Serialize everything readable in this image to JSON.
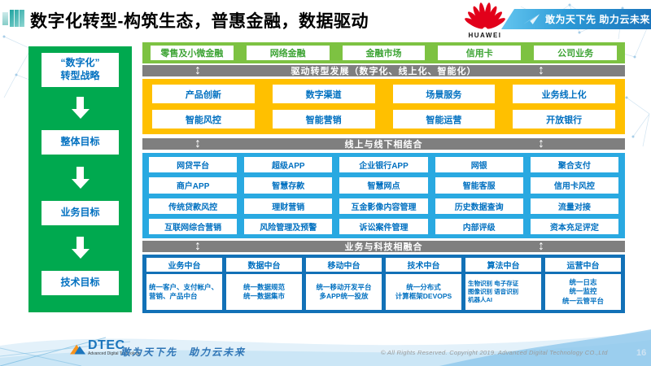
{
  "page": {
    "title": "数字化转型-构筑生态，普惠金融，数据驱动",
    "page_number": "16"
  },
  "header": {
    "logo_text": "HUAWEI",
    "slogan": "敢为天下先 助力云未来"
  },
  "icons": {
    "updown_arrow": "↕"
  },
  "colors": {
    "sidebar_green": "#00A94F",
    "band_green": "#7DC242",
    "band_yellow": "#FFC000",
    "band_cyan": "#29A9E1",
    "band_dark_blue": "#1271B7",
    "banner_gray": "#7f7f7f",
    "box_text_blue": "#0070C0",
    "box_text_green": "#3EA435",
    "huawei_red": "#E2001A"
  },
  "sidebar": {
    "items": [
      {
        "label": "“数字化”\n转型战略"
      },
      {
        "label": "整体目标"
      },
      {
        "label": "业务目标"
      },
      {
        "label": "技术目标"
      }
    ]
  },
  "business_lines": [
    "零售及小微金融",
    "网络金融",
    "金融市场",
    "信用卡",
    "公司业务"
  ],
  "banners": {
    "drive": "驱动转型发展（数字化、线上化、智能化）",
    "online_offline": "线上与线下相结合",
    "tech_fusion": "业务与科技相融合"
  },
  "capabilities": {
    "row1": [
      "产品创新",
      "数字渠道",
      "场景服务",
      "业务线上化"
    ],
    "row2": [
      "智能风控",
      "智能营销",
      "智能运营",
      "开放银行"
    ]
  },
  "applications": {
    "rows": [
      [
        "网贷平台",
        "超级APP",
        "企业银行APP",
        "网银",
        "聚合支付"
      ],
      [
        "商户APP",
        "智慧存款",
        "智慧网点",
        "智能客服",
        "信用卡风控"
      ],
      [
        "传统贷款风控",
        "理财营销",
        "互金影像内容管理",
        "历史数据查询",
        "流量对接"
      ],
      [
        "互联网综合营销",
        "风险管理及预警",
        "诉讼案件管理",
        "内部评级",
        "资本充足评定"
      ]
    ]
  },
  "platforms": {
    "columns": [
      {
        "header": "业务中台",
        "content": "统一客户、支付帐户、营销、产品中台"
      },
      {
        "header": "数据中台",
        "content": "统一数据规范\n统一数据集市"
      },
      {
        "header": "移动中台",
        "content": "统一移动开发平台\n多APP统一投放"
      },
      {
        "header": "技术中台",
        "content": "统一分布式\n计算框架DEVOPS"
      },
      {
        "header": "算法中台",
        "content": "生物识别 电子存证\n图像识别 语音识别\n机器人AI"
      },
      {
        "header": "运营中台",
        "content": "统一日志\n统一监控\n统一云管平台"
      }
    ]
  },
  "footer": {
    "logo": "DTEC",
    "logo_sub": "Advanced Digital Technology",
    "slogan": "敢为天下先　助力云未来",
    "copyright": "© All Rights Reserved. Copyright 2019. Advanced Digital Technology CO.,Ltd"
  }
}
